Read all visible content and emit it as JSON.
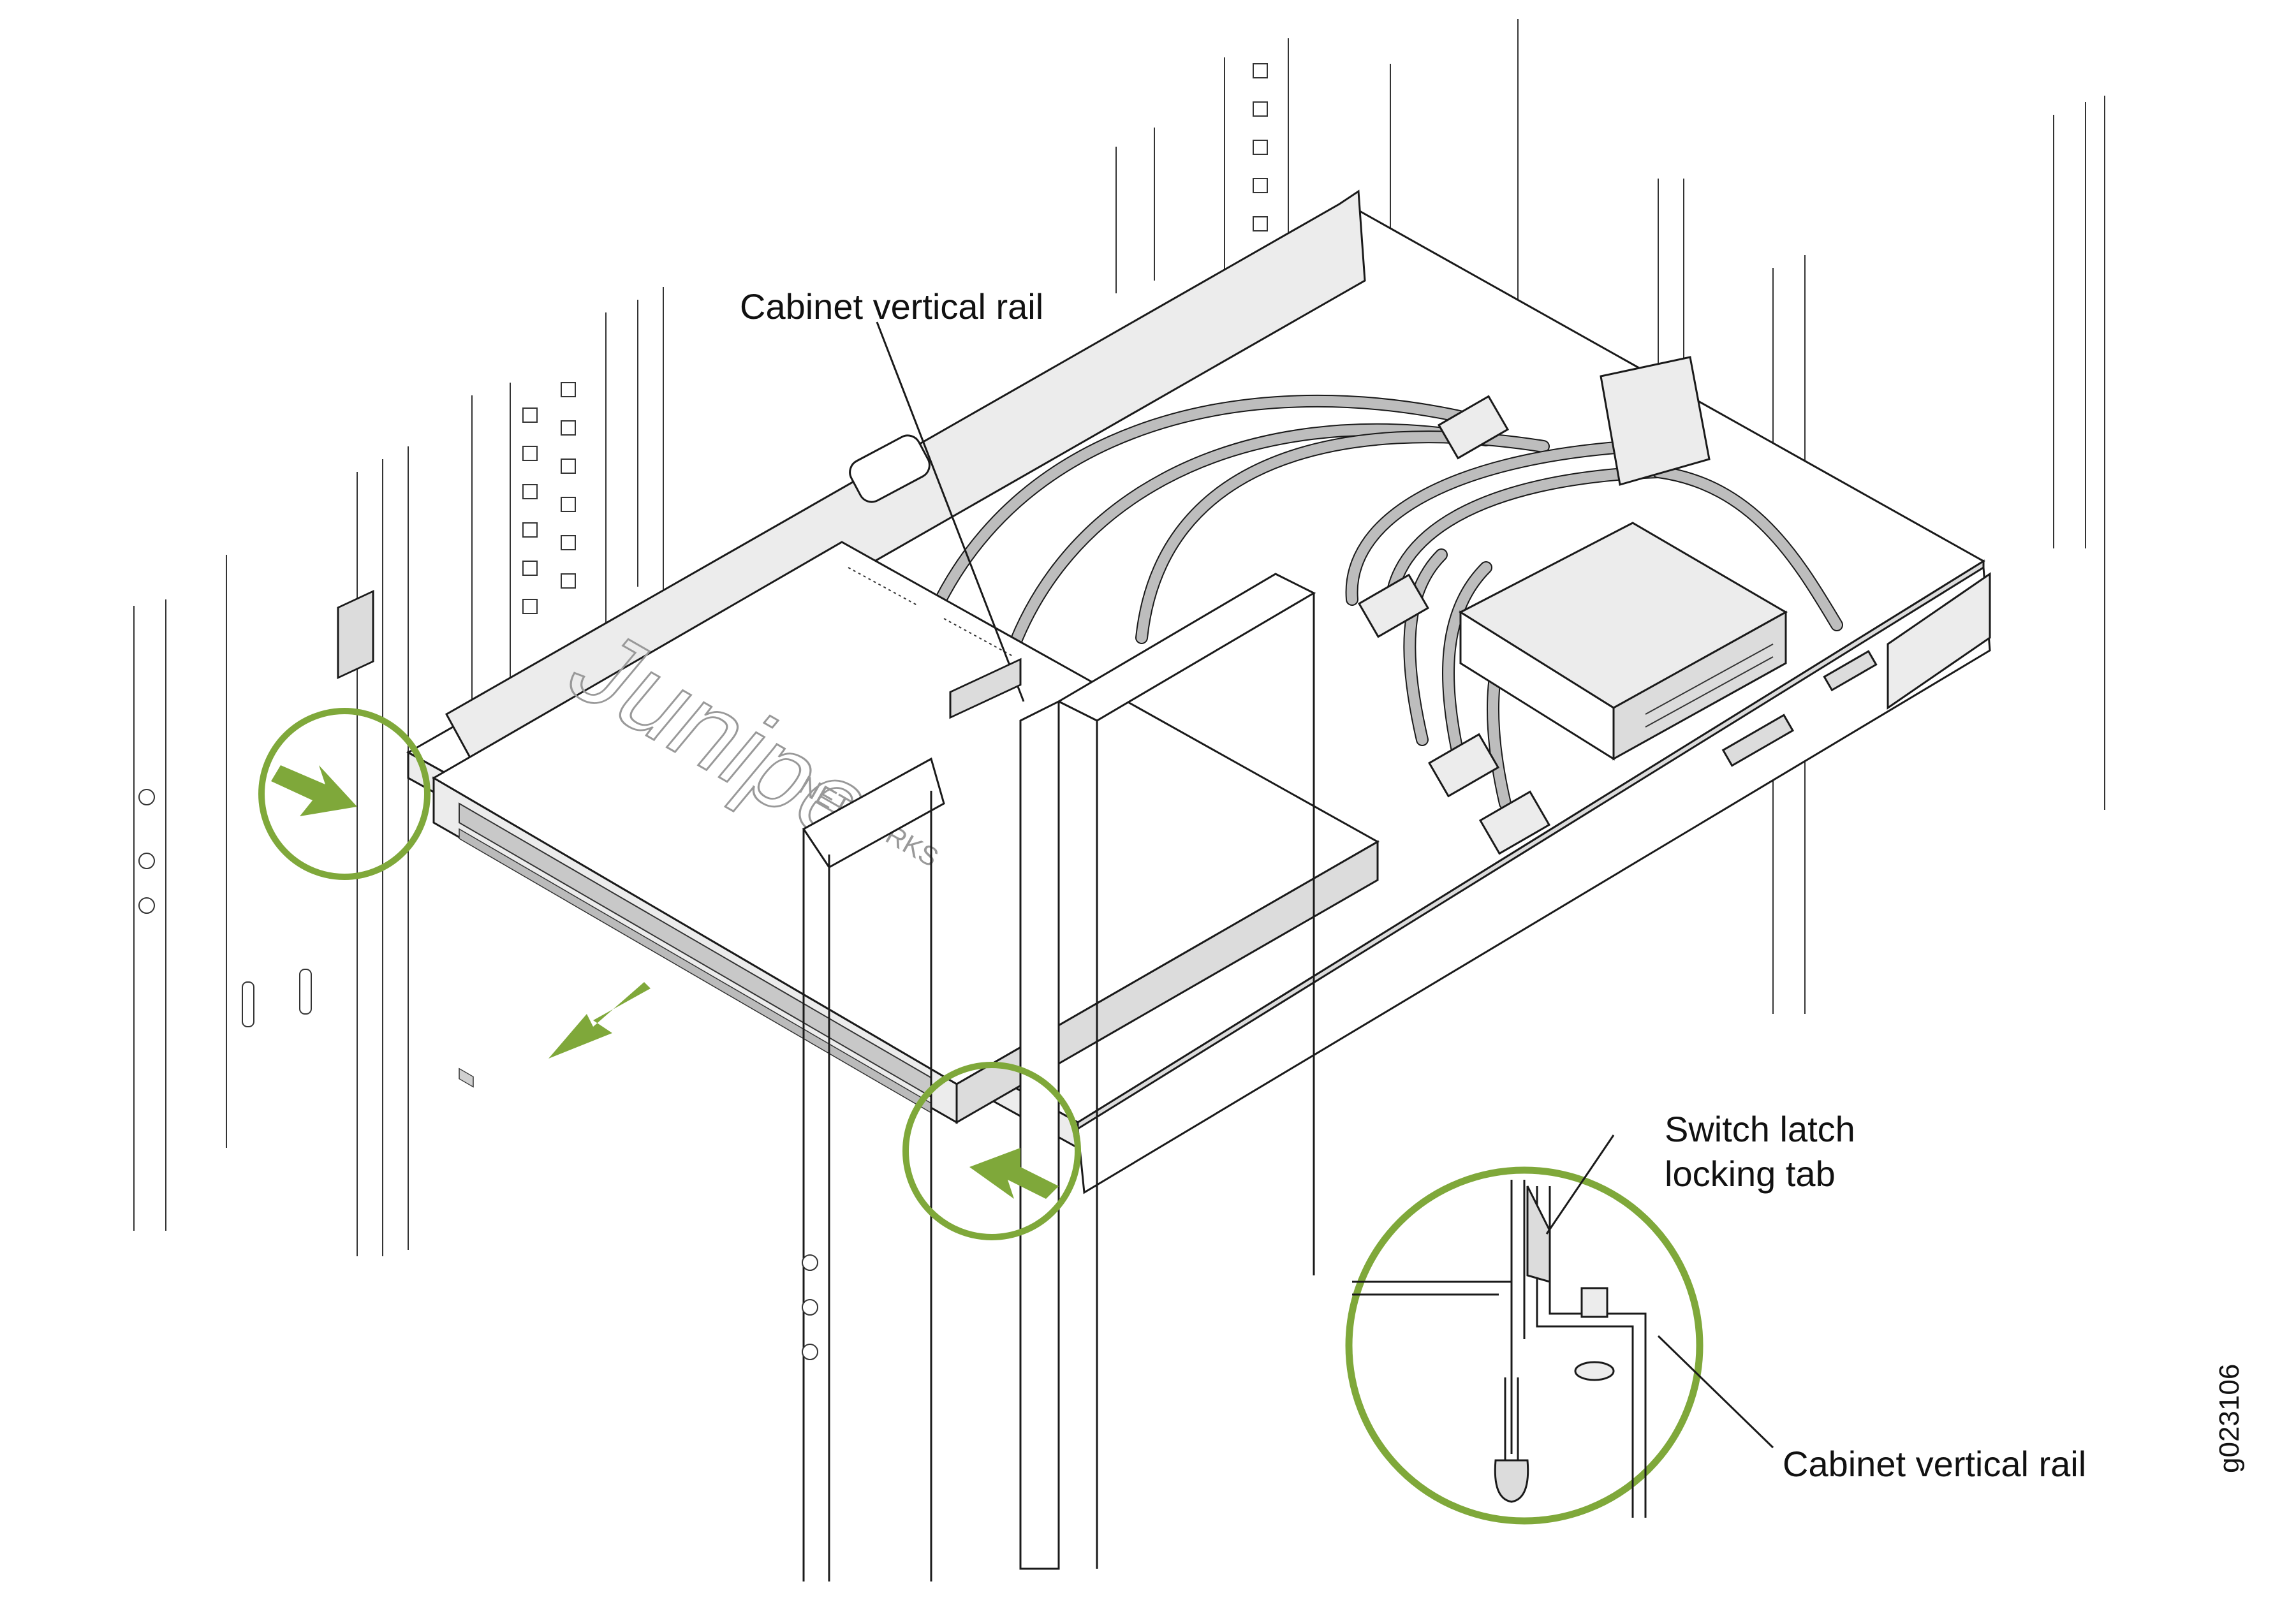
{
  "labels": {
    "top_rail": "Cabinet vertical rail",
    "latch_line1": "Switch latch",
    "latch_line2": "locking tab",
    "bottom_rail": "Cabinet vertical rail"
  },
  "figure_id": "g023106",
  "chassis_logo": {
    "brand": "Juniper",
    "sub": "NETWORKS"
  },
  "colors": {
    "accent_green": "#7fa83a",
    "line": "#1a1a1a",
    "fill_light": "#ececec"
  }
}
